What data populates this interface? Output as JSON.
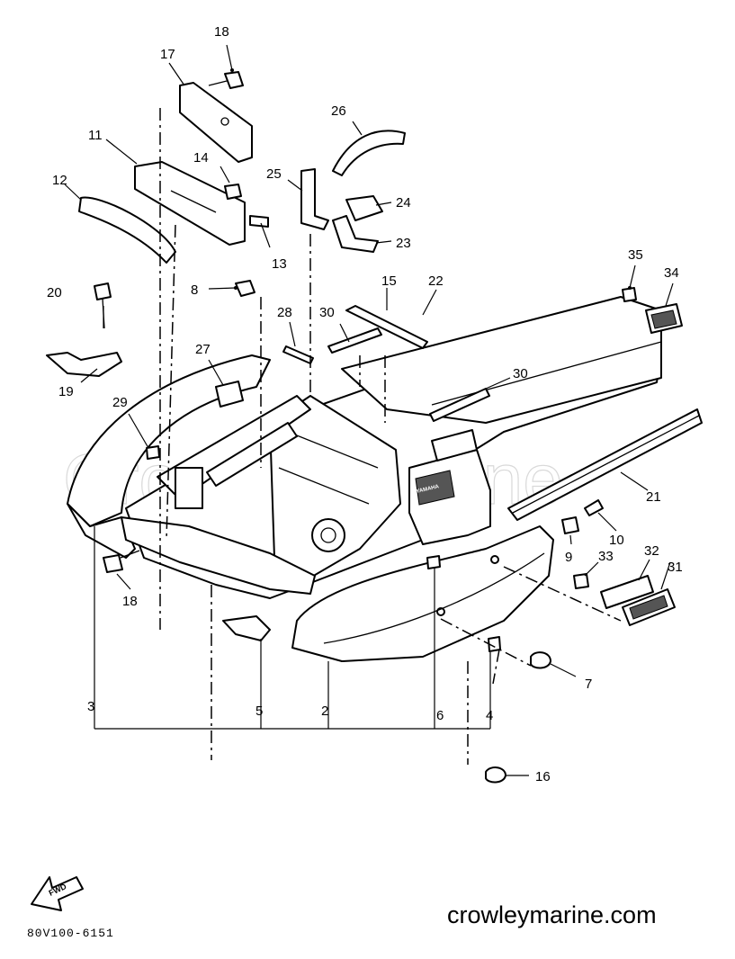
{
  "diagram": {
    "watermark": "Crowley Marine",
    "callouts": {
      "p2": "2",
      "p3": "3",
      "p4": "4",
      "p5": "5",
      "p6": "6",
      "p7": "7",
      "p8": "8",
      "p9": "9",
      "p10": "10",
      "p11": "11",
      "p12": "12",
      "p13": "13",
      "p14": "14",
      "p15": "15",
      "p16": "16",
      "p17": "17",
      "p18a": "18",
      "p18b": "18",
      "p19": "19",
      "p20": "20",
      "p21": "21",
      "p22": "22",
      "p23": "23",
      "p24": "24",
      "p25": "25",
      "p26": "26",
      "p27": "27",
      "p28": "28",
      "p29": "29",
      "p30a": "30",
      "p30b": "30",
      "p31": "31",
      "p32": "32",
      "p33": "33",
      "p34": "34",
      "p35": "35"
    },
    "fwd_arrow_label": "FWD",
    "logo_badge_text": "YAMAHA",
    "diagram_code": "80V100-6151",
    "site": "crowleymarine.com"
  }
}
